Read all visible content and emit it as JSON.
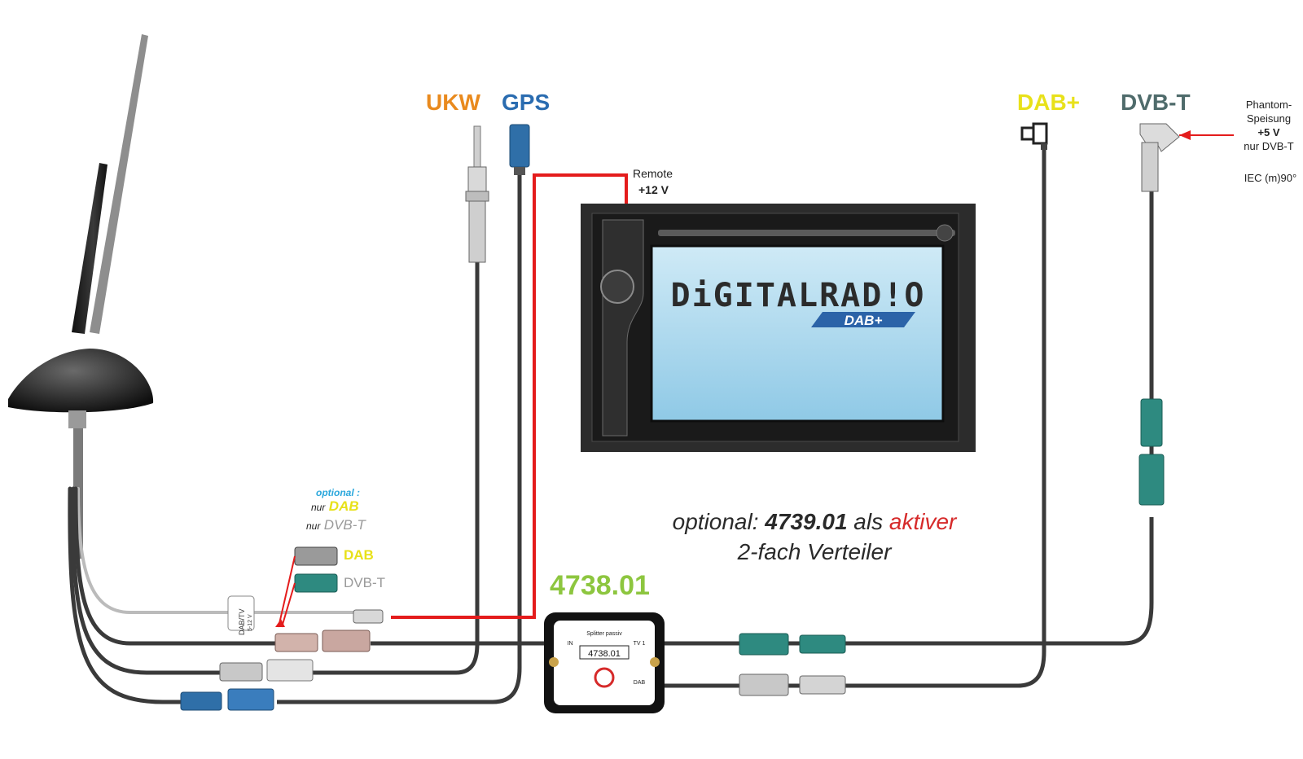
{
  "colors": {
    "ukw": "#e98a1e",
    "gps": "#2a6cb0",
    "dab": "#e8e11a",
    "dvbt": "#4f6b6b",
    "model": "#8dc63f",
    "optional_label": "#2aa7dc",
    "aktiver": "#d62a2a",
    "remote_wire": "#e41c1c",
    "cable": "#3a3a3a",
    "fakra_teal": "#2e8a80",
    "fakra_blue": "#2f6fa8",
    "fakra_pink": "#c9a7a0",
    "screen": "#a9d8ee"
  },
  "labels": {
    "ukw": "UKW",
    "gps": "GPS",
    "dab_plus": "DAB+",
    "dvbt": "DVB-T",
    "remote": "Remote",
    "remote_voltage": "+12 V",
    "phantom_lines": [
      "Phantom-",
      "Speisung",
      "+5 V",
      "nur DVB-T"
    ],
    "iec": "IEC (m)90°",
    "optional_head": "optional :",
    "nur_dab_prefix": "nur",
    "nur_dab": "DAB",
    "nur_dvbt_prefix": "nur",
    "nur_dvbt": "DVB-T",
    "conn_dab": "DAB",
    "conn_dvbt": "DVB-T",
    "model": "4738.01",
    "optional_line1_a": "optional:",
    "optional_line1_b": "4739.01",
    "optional_line1_c": "als",
    "optional_line1_d": "aktiver",
    "optional_line2": "2-fach Verteiler",
    "screen_brand": "DiGITALRAD!O",
    "screen_badge": "DAB+",
    "splitter_model": "4738.01",
    "splitter_title": "Splitter passiv",
    "splitter_in": "IN",
    "splitter_tv": "TV 1",
    "splitter_dab": "DAB",
    "dabtv_tag": "DAB/TV",
    "dabtv_tag_v": "5-12 V"
  }
}
